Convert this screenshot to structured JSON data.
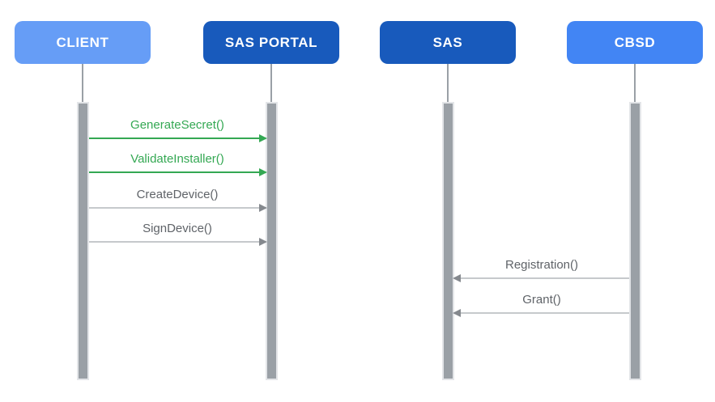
{
  "diagram_type": "sequence-diagram",
  "colors": {
    "light_blue": "#669DF6",
    "medium_blue": "#4285F4",
    "dark_blue": "#185ABC",
    "green": "#34A853",
    "gray_text": "#5F6368",
    "bar_gray": "#9AA0A6",
    "line_gray": "#C6C9CC",
    "arrow_gray": "#85898E",
    "white": "#FFFFFF"
  },
  "actors": [
    {
      "label": "CLIENT",
      "color": "#669DF6"
    },
    {
      "label": "SAS PORTAL",
      "color": "#185ABC"
    },
    {
      "label": "SAS",
      "color": "#185ABC"
    },
    {
      "label": "CBSD",
      "color": "#4285F4"
    }
  ],
  "messages": [
    {
      "label": "GenerateSecret()",
      "from": "CLIENT",
      "to": "SAS PORTAL",
      "direction": "right",
      "color": "#34A853"
    },
    {
      "label": "ValidateInstaller()",
      "from": "CLIENT",
      "to": "SAS PORTAL",
      "direction": "right",
      "color": "#34A853"
    },
    {
      "label": "CreateDevice()",
      "from": "CLIENT",
      "to": "SAS PORTAL",
      "direction": "right",
      "color": "#5F6368"
    },
    {
      "label": "SignDevice()",
      "from": "CLIENT",
      "to": "SAS PORTAL",
      "direction": "right",
      "color": "#5F6368"
    },
    {
      "label": "Registration()",
      "from": "CBSD",
      "to": "SAS",
      "direction": "left",
      "color": "#5F6368"
    },
    {
      "label": "Grant()",
      "from": "CBSD",
      "to": "SAS",
      "direction": "left",
      "color": "#5F6368"
    }
  ]
}
